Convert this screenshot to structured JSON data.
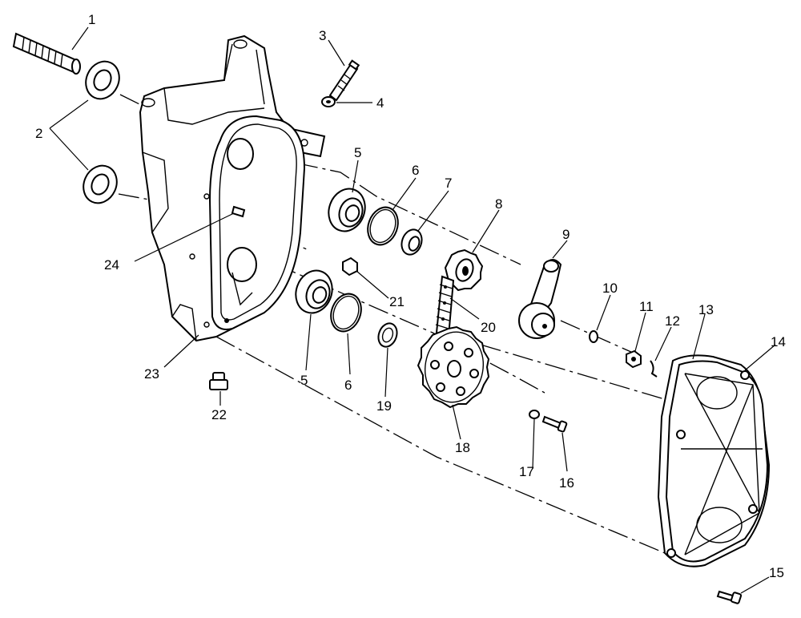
{
  "callouts": {
    "c1": "1",
    "c2": "2",
    "c3": "3",
    "c4": "4",
    "c5a": "5",
    "c5b": "5",
    "c6a": "6",
    "c6b": "6",
    "c7": "7",
    "c8": "8",
    "c9": "9",
    "c10": "10",
    "c11": "11",
    "c12": "12",
    "c13": "13",
    "c14": "14",
    "c15": "15",
    "c16": "16",
    "c17": "17",
    "c18": "18",
    "c19": "19",
    "c20": "20",
    "c21": "21",
    "c22": "22",
    "c23": "23",
    "c24": "24"
  }
}
